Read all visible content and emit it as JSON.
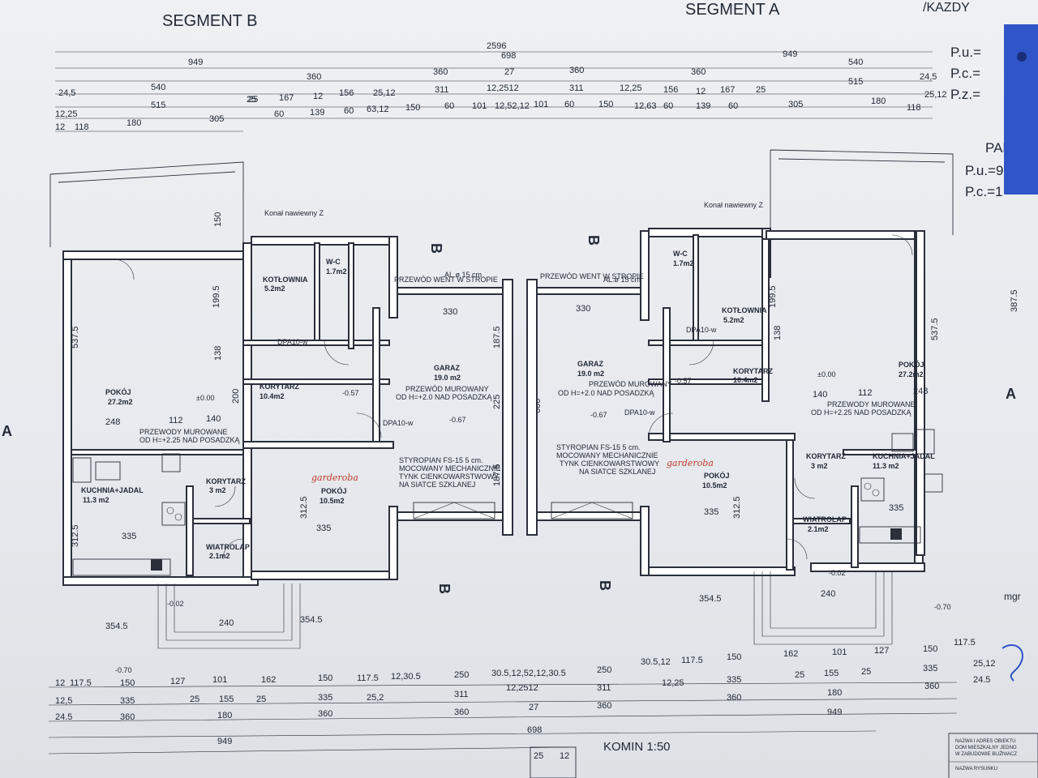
{
  "headers": {
    "segment_b": "SEGMENT B",
    "segment_a": "SEGMENT A",
    "kazdy": "/KAZDY",
    "pu": "P.u.=",
    "pc": "P.c.=",
    "pz": "P.z.=",
    "par": "PAR",
    "pu2": "P.u.=9",
    "pc2": "P.c.=1"
  },
  "top_dims": {
    "row1": [
      "2596"
    ],
    "row2": [
      "949",
      "698",
      "949",
      "540"
    ],
    "row3": [
      "24,5",
      "360",
      "360",
      "27",
      "360",
      "360",
      "24,5",
      "515"
    ],
    "row4": [
      "540",
      "25",
      "167",
      "12",
      "156",
      "25,12",
      "311",
      "12,2512",
      "311",
      "12,25",
      "156",
      "12",
      "167",
      "25"
    ],
    "row5": [
      "12,25",
      "515",
      "25",
      "60",
      "139",
      "60",
      "63,12",
      "150",
      "60",
      "101",
      "12,52,12",
      "101",
      "60",
      "150",
      "12,63",
      "60",
      "139",
      "60",
      "305",
      "180",
      "118",
      "25,12"
    ],
    "row6": [
      "12",
      "118",
      "180",
      "305"
    ]
  },
  "rooms": {
    "pokoj_b": "POKÓJ",
    "pokoj_b_area": "27.2m2",
    "kotlownia_b": "KOTŁOWNIA",
    "kotlownia_b_area": "5.2m2",
    "wc_b": "W-C",
    "wc_b_area": "1.7m2",
    "korytarz_b": "KORYTARZ",
    "korytarz_b_area": "10.4m2",
    "garaz_b": "GARAZ",
    "garaz_b_area": "19.0 m2",
    "kuchnia_b": "KUCHNIA+JADAL",
    "kuchnia_b_area": "11.3 m2",
    "korytarz2_b": "KORYTARZ",
    "korytarz2_b_area": "3 m2",
    "pokoj2_b": "POKÓJ",
    "pokoj2_b_area": "10.5m2",
    "wiatrolap_b": "WIATROLAP",
    "wiatrolap_b_area": "2.1m2",
    "garaz_a": "GARAZ",
    "garaz_a_area": "19.0 m2",
    "wc_a": "W-C",
    "wc_a_area": "1.7m2",
    "kotlownia_a": "KOTŁOWNIA",
    "kotlownia_a_area": "5.2m2",
    "korytarz_a": "KORYTARZ",
    "korytarz_a_area": "10.4m2",
    "pokoj_a": "POKÓJ",
    "pokoj_a_area": "27.2m2",
    "pokoj2_a": "POKÓJ",
    "pokoj2_a_area": "10.5m2",
    "korytarz2_a": "KORYTARZ",
    "korytarz2_a_area": "3 m2",
    "kuchnia_a": "KUCHNIA+JADAL",
    "kuchnia_a_area": "11.3 m2",
    "wiatrolap_a": "WIATROLAP",
    "wiatrolap_a_area": "2.1m2"
  },
  "notes": {
    "przewod_went_b": "PRZEWÓD WENT W STROPIE",
    "przewod_went_b2": "AL.ø 15 cm",
    "przewod_went_a": "PRZEWÓD WENT W STROPIE",
    "przewod_went_a2": "AL.ø 15 cm",
    "przewod_mur_b": "PRZEWÓD MUROWANY",
    "przewod_mur_b2": "OD H=+2.0 NAD POSADZKĄ",
    "przewod_mur_a": "PRZEWÓD MUROWANY",
    "przewod_mur_a2": "OD H=+2.0 NAD POSADZKĄ",
    "przewody_b": "PRZEWODY MUROWANE",
    "przewody_b2": "OD H=+2.25 NAD POSADZKĄ",
    "przewody_a": "PRZEWODY MUROWANE",
    "przewody_a2": "OD H=+2.25 NAD POSADZKĄ",
    "styro_b1": "STYROPIAN FS-15 5 cm.",
    "styro_b2": "MOCOWANY MECHANICZNIE",
    "styro_b3": "TYNK CIENKOWARSTWOWY",
    "styro_b4": "NA SIATCE SZKLANEJ",
    "styro_a1": "STYROPIAN FS-15 5 cm.",
    "styro_a2": "MOCOWANY MECHANICZNIE",
    "styro_a3": "TYNK CIENKOWARSTWOWY",
    "styro_a4": "NA SIATCE SZKLANEJ",
    "konal_b": "Konał nawiewny Z",
    "konal_a": "Konał nawiewny Z",
    "dpa_b": "DPA10-w",
    "dpa_b2": "DPA10-w",
    "dpa_a": "DPA10-w",
    "dpa_a2": "DPA10-w",
    "garderoba_b": "garderoba",
    "garderoba_a": "garderoba",
    "zero_b": "±0.00",
    "zero_a": "±0.00",
    "lvl_067_b": "-0.67",
    "lvl_067_a": "-0.67",
    "lvl_057_b": "-0.57",
    "lvl_057_a": "-0.57",
    "lvl_002_b": "-0.02",
    "lvl_002_a": "-0.02",
    "lvl_070_b": "-0.70",
    "lvl_070_a": "-0.70",
    "section_b": "B",
    "section_a": "A",
    "komin": "KOMIN 1:50"
  },
  "bottom_dims": {
    "row1": [
      "12",
      "117.5",
      "150",
      "127",
      "101",
      "162",
      "150",
      "117.5",
      "12,30.5",
      "250",
      "30.5,12,52,12,30.5",
      "250",
      "30.5,12",
      "117.5",
      "150",
      "162",
      "101",
      "127",
      "150",
      "117.5"
    ],
    "row2": [
      "12,5",
      "335",
      "25",
      "155",
      "25",
      "335",
      "25,2",
      "311",
      "12,2512",
      "311",
      "12,25",
      "335",
      "25",
      "155",
      "25",
      "335",
      "25,12"
    ],
    "row3": [
      "24.5",
      "360",
      "180",
      "360",
      "360",
      "27",
      "360",
      "360",
      "180",
      "360",
      "24.5"
    ],
    "row4": [
      "949",
      "698",
      "949"
    ],
    "row5": [
      "25",
      "12"
    ]
  },
  "side_dims": {
    "left_537": "537.5",
    "left_312": "312.5",
    "left_150": "150",
    "b_199": "199.5",
    "b_138": "138",
    "b_200": "200",
    "a_199": "199.5",
    "a_138": "138",
    "a_387": "387.5",
    "a_537": "537.5",
    "garaz_187": "187.5",
    "garaz_225": "225",
    "garaz_600": "600",
    "garaz_187b": "187.5",
    "inner_335b": "335",
    "inner_3125b": "312.5",
    "inner_335a": "335",
    "inner_3125a": "312.5",
    "n3545a": "354.5",
    "n3545b": "354.5",
    "n3545c": "354.5",
    "n240a": "240",
    "n240b": "240",
    "n330a": "330",
    "n330b": "330",
    "n248a": "248",
    "n248b": "248",
    "n112a": "112",
    "n112b": "112",
    "n140a": "140",
    "n140b": "140"
  },
  "stamp": {
    "line1": "NAZWA I ADRES OBIEKTU",
    "line2": "DOM MIESZKALNY JEDNO",
    "line3": "W ZABUDOWIE BLIŹNIACZ",
    "line4": "NAZWA RYSUNKU",
    "mgr": "mgr"
  },
  "colors": {
    "paper": "#eceef1",
    "ink": "#222a36",
    "wall_fill": "#ffffff",
    "binder": "#2f55c8",
    "annotation": "#c0392b"
  }
}
